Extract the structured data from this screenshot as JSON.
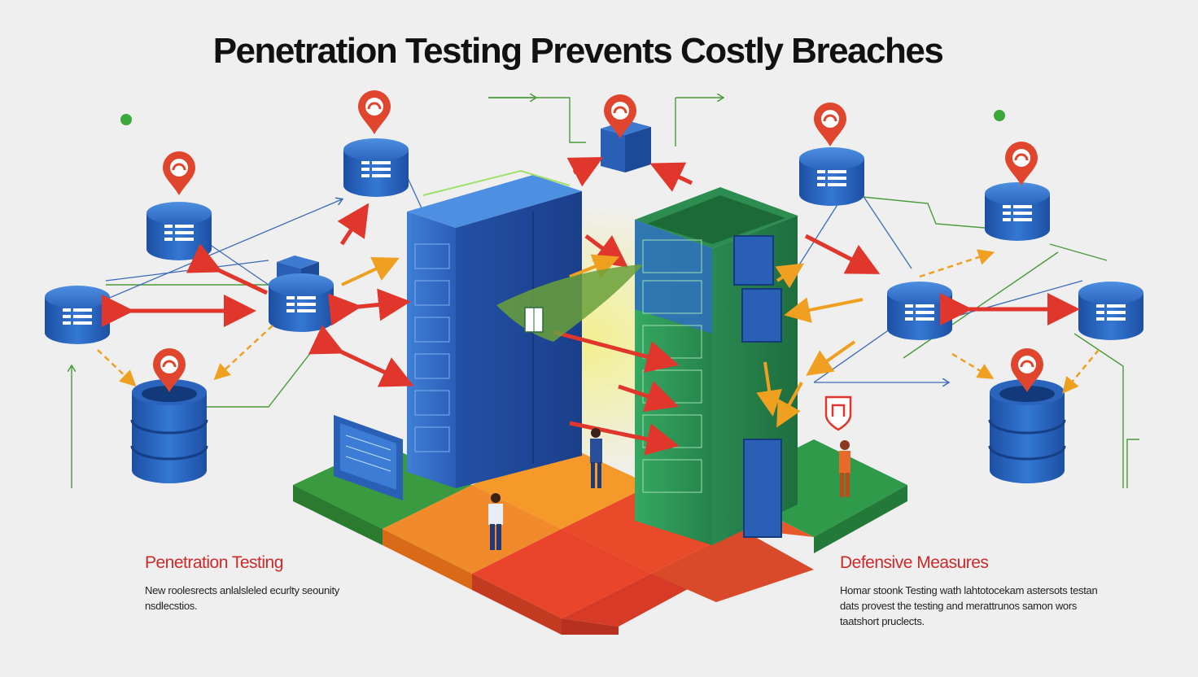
{
  "title": "Penetration Testing Prevents Costly Breaches",
  "left_caption": {
    "heading": "Penetration Testing",
    "body_line1": "New roolesrects anlalsleled ecurlty seounity",
    "body_line2": "nsdlecstios."
  },
  "right_caption": {
    "heading": "Defensive Measures",
    "body_line1": "Homar stoonk Testing wath lahtotocekam astersots testan",
    "body_line2": "dats provest the testing and merattrunos samon wors",
    "body_line3": "taatshort pruclects."
  },
  "colors": {
    "background": "#efefef",
    "title": "#111111",
    "caption_heading": "#cc2a2a",
    "node_blue": "#2f6fc4",
    "tower_blue": "#2e63c0",
    "tower_green": "#2f9a58",
    "attack_arrow": "#e0362c",
    "flow_arrow": "#f0a020",
    "link_line": "#4a9a3a",
    "pin_red": "#e0462e"
  },
  "icons": [
    "database-node-icon",
    "location-pin-icon",
    "shield-icon",
    "monitor-icon",
    "server-box-icon",
    "person-icon"
  ]
}
